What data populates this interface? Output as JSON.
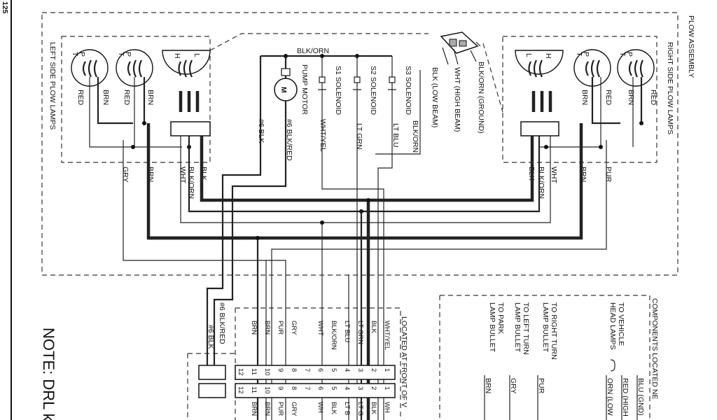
{
  "corner_mark": "125",
  "sections": {
    "plow_assembly": "PLOW ASSEMBLY",
    "left_lamps": "LEFT SIDE PLOW LAMPS",
    "right_lamps": "RIGHT SIDE PLOW LAMPS",
    "front_vehicle": "LOCATED AT FRONT OF V",
    "components": "COMPONENTS LOCATED NE"
  },
  "note": "NOTE: DRL ki",
  "motor": {
    "symbol": "M",
    "label": "PUMP MOTOR"
  },
  "solenoids": [
    {
      "label": "S1 SOLENOID"
    },
    {
      "label": "S2 SOLENOID"
    },
    {
      "label": "S3 SOLENOID"
    }
  ],
  "wires": {
    "blk_orn": "BLK/ORN",
    "blk6": "#6 BLK",
    "blkred6": "#6 BLK/RED",
    "wht_yel": "WHT/YEL",
    "lt_grn": "LT GRN",
    "lt_blu": "LT BLU",
    "red": "RED",
    "brn": "BRN",
    "gry": "GRY",
    "wht": "WHT",
    "blk": "BLK",
    "pur": "PUR"
  },
  "lamp_pins": {
    "p": "P",
    "t": "T",
    "l": "L",
    "h": "H"
  },
  "legend_plug": {
    "blk_orn_ground": "BLK/ORN (GROUND)",
    "wht_high": "WHT (HIGH BEAM)",
    "blk_low": "BLK (LOW BEAM)"
  },
  "connector": {
    "pins": [
      "1",
      "2",
      "3",
      "4",
      "5",
      "6",
      "7",
      "8",
      "9",
      "10",
      "11",
      "12"
    ],
    "left_wires": [
      "WHT/YEL",
      "BLK",
      "LT GRN",
      "LT BLU",
      "BLK/ORN",
      "WHT",
      "",
      "GRY",
      "PUR",
      "BRN",
      "BRN",
      ""
    ],
    "right_wires": [
      "WH",
      "BLK",
      "LT G",
      "LT B",
      "BLK",
      "WH",
      "",
      "GRY",
      "PUR",
      "BRN",
      "BRN",
      ""
    ]
  },
  "components_list": [
    {
      "text": "TO VEHICLE HEAD LAMPS",
      "wires": [
        "BLU (GND)",
        "RED (HIGH",
        "ORN (LOW"
      ]
    },
    {
      "text": "TO RIGHT TURN LAMP BULLET",
      "wires": [
        "PUR"
      ]
    },
    {
      "text": "TO LEFT TURN LAMP BULLET",
      "wires": [
        "GRY"
      ]
    },
    {
      "text": "TO PARK LAMP BULLET",
      "wires": [
        "BRN"
      ]
    }
  ]
}
